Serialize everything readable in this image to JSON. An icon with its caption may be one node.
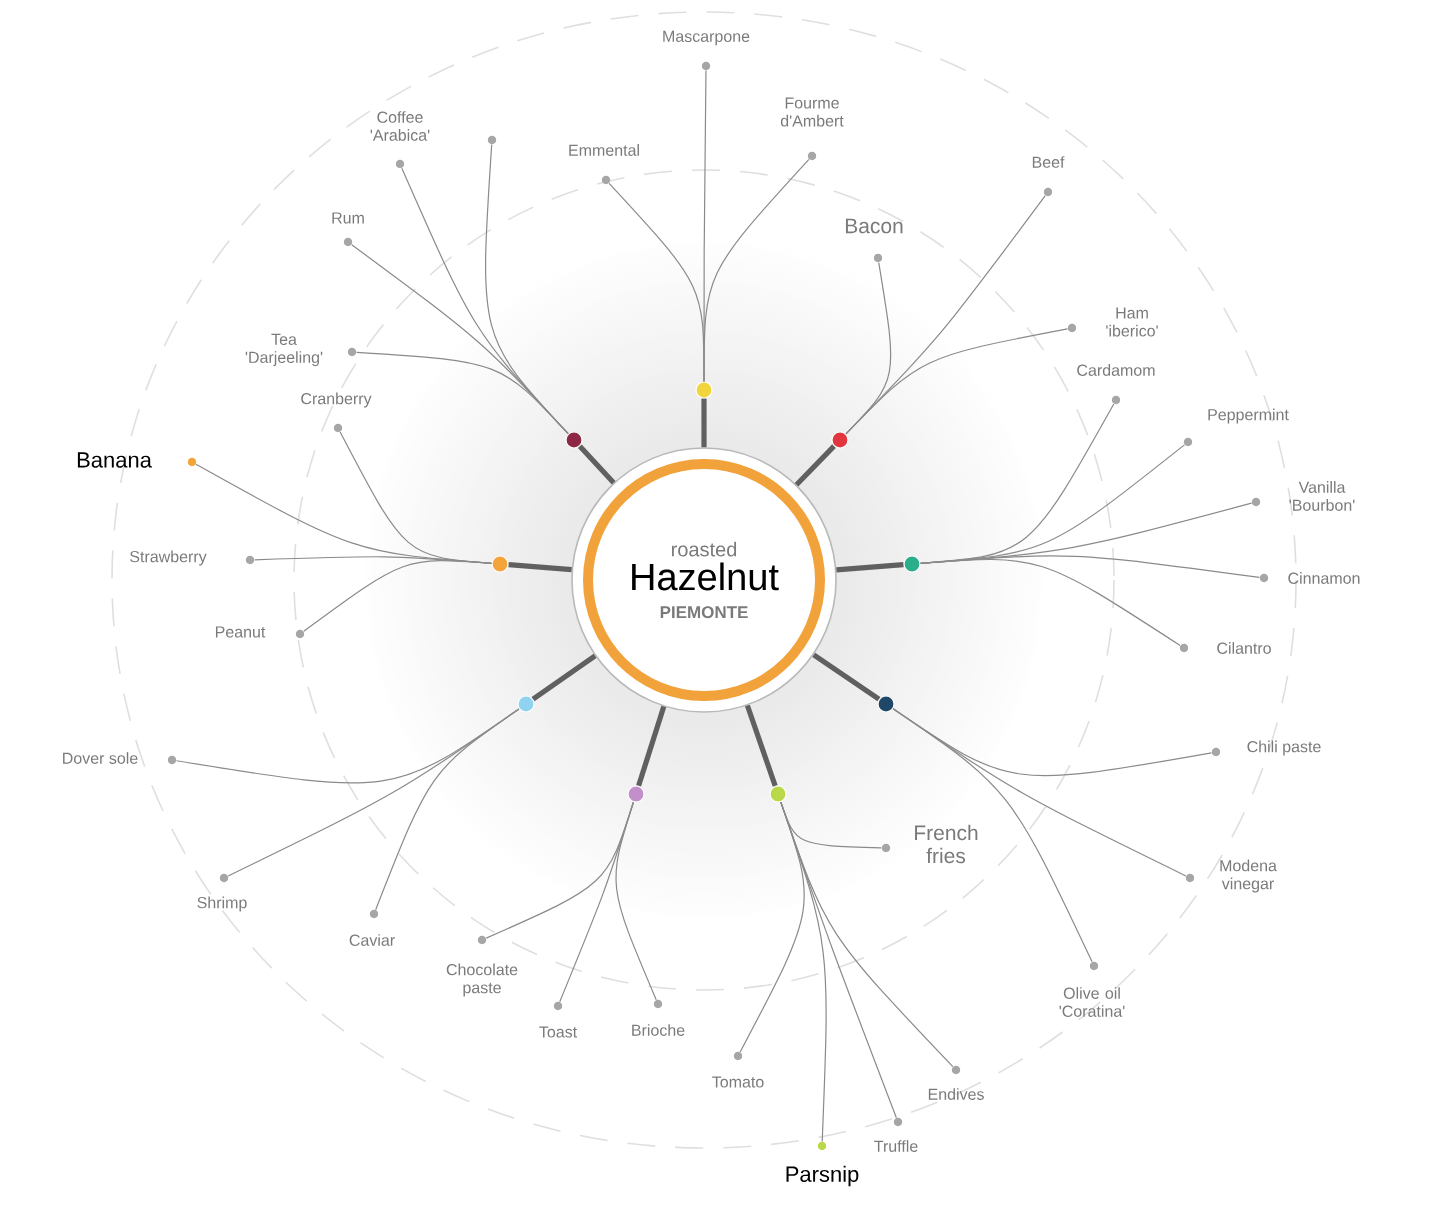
{
  "diagram": {
    "nodes": [
      {
        "text": [
          "roasted",
          "Hazelnut",
          "PIEMONTE"
        ]
      },
      {
        "text": [],
        "shape": "circle"
      },
      {
        "text": [
          "Mascarpone"
        ]
      },
      {
        "text": [
          "Emmental"
        ]
      },
      {
        "text": [
          "Fourme d'Ambert"
        ]
      },
      {
        "text": [],
        "shape": "circle"
      },
      {
        "text": [
          "Bacon"
        ]
      },
      {
        "text": [
          "Beef"
        ]
      },
      {
        "text": [
          "Ham 'iberico'"
        ]
      },
      {
        "text": [],
        "shape": "circle"
      },
      {
        "text": [
          "Cardamom"
        ]
      },
      {
        "text": [
          "Peppermint"
        ]
      },
      {
        "text": [
          "Vanilla 'Bourbon'"
        ]
      },
      {
        "text": [
          "Cinnamon"
        ]
      },
      {
        "text": [
          "Cilantro"
        ]
      },
      {
        "text": [],
        "shape": "circle"
      },
      {
        "text": [
          "Chili paste"
        ]
      },
      {
        "text": [
          "Modena vinegar"
        ]
      },
      {
        "text": [
          "Olive oil 'Coratina'"
        ]
      },
      {
        "text": [],
        "shape": "circle"
      },
      {
        "text": [
          "French fries"
        ]
      },
      {
        "text": [
          "Endives"
        ]
      },
      {
        "text": [
          "Truffle"
        ]
      },
      {
        "text": [
          "Parsnip"
        ]
      },
      {
        "text": [
          "Tomato"
        ]
      },
      {
        "text": [],
        "shape": "circle"
      },
      {
        "text": [
          "Chocolate paste"
        ]
      },
      {
        "text": [
          "Toast"
        ]
      },
      {
        "text": [
          "Brioche"
        ]
      },
      {
        "text": [],
        "shape": "circle"
      },
      {
        "text": [
          "Dover sole"
        ]
      },
      {
        "text": [
          "Shrimp"
        ]
      },
      {
        "text": [
          "Caviar"
        ]
      },
      {
        "text": [],
        "shape": "circle"
      },
      {
        "text": [
          "Banana"
        ]
      },
      {
        "text": [
          "Strawberry"
        ]
      },
      {
        "text": [
          "Peanut"
        ]
      },
      {
        "text": [
          "Cranberry"
        ]
      },
      {
        "text": [],
        "shape": "circle"
      },
      {
        "text": [
          "Tea 'Darjeeling'"
        ]
      },
      {
        "text": [
          "Rum"
        ]
      },
      {
        "text": [
          "Coffee 'Arabica'"
        ]
      },
      {
        "text": [],
        "shape": "circle"
      }
    ],
    "edges": [
      {
        "from": 0,
        "to": 1,
        "arrow": "none",
        "style": "thick"
      },
      {
        "from": 0,
        "to": 5,
        "arrow": "none",
        "style": "thick"
      },
      {
        "from": 0,
        "to": 9,
        "arrow": "none",
        "style": "thick"
      },
      {
        "from": 0,
        "to": 15,
        "arrow": "none",
        "style": "thick"
      },
      {
        "from": 0,
        "to": 19,
        "arrow": "none",
        "style": "thick"
      },
      {
        "from": 0,
        "to": 25,
        "arrow": "none",
        "style": "thick"
      },
      {
        "from": 0,
        "to": 29,
        "arrow": "none",
        "style": "thick"
      },
      {
        "from": 0,
        "to": 33,
        "arrow": "none",
        "style": "thick"
      },
      {
        "from": 0,
        "to": 38,
        "arrow": "none",
        "style": "thick"
      },
      {
        "from": 1,
        "to": 2,
        "arrow": "none"
      },
      {
        "from": 1,
        "to": 3,
        "arrow": "none"
      },
      {
        "from": 1,
        "to": 4,
        "arrow": "none"
      },
      {
        "from": 5,
        "to": 6,
        "arrow": "none"
      },
      {
        "from": 5,
        "to": 7,
        "arrow": "none"
      },
      {
        "from": 5,
        "to": 8,
        "arrow": "none"
      },
      {
        "from": 9,
        "to": 10,
        "arrow": "none"
      },
      {
        "from": 9,
        "to": 11,
        "arrow": "none"
      },
      {
        "from": 9,
        "to": 12,
        "arrow": "none"
      },
      {
        "from": 9,
        "to": 13,
        "arrow": "none"
      },
      {
        "from": 9,
        "to": 14,
        "arrow": "none"
      },
      {
        "from": 15,
        "to": 16,
        "arrow": "none"
      },
      {
        "from": 15,
        "to": 17,
        "arrow": "none"
      },
      {
        "from": 15,
        "to": 18,
        "arrow": "none"
      },
      {
        "from": 19,
        "to": 20,
        "arrow": "none"
      },
      {
        "from": 19,
        "to": 21,
        "arrow": "none"
      },
      {
        "from": 19,
        "to": 22,
        "arrow": "none"
      },
      {
        "from": 19,
        "to": 23,
        "arrow": "none"
      },
      {
        "from": 19,
        "to": 24,
        "arrow": "none"
      },
      {
        "from": 25,
        "to": 26,
        "arrow": "none"
      },
      {
        "from": 25,
        "to": 27,
        "arrow": "none"
      },
      {
        "from": 25,
        "to": 28,
        "arrow": "none"
      },
      {
        "from": 29,
        "to": 30,
        "arrow": "none"
      },
      {
        "from": 29,
        "to": 31,
        "arrow": "none"
      },
      {
        "from": 29,
        "to": 32,
        "arrow": "none"
      },
      {
        "from": 33,
        "to": 34,
        "arrow": "none"
      },
      {
        "from": 33,
        "to": 35,
        "arrow": "none"
      },
      {
        "from": 33,
        "to": 36,
        "arrow": "none"
      },
      {
        "from": 33,
        "to": 37,
        "arrow": "none"
      },
      {
        "from": 38,
        "to": 39,
        "arrow": "none"
      },
      {
        "from": 38,
        "to": 40,
        "arrow": "none"
      },
      {
        "from": 38,
        "to": 41,
        "arrow": "none"
      },
      {
        "from": 38,
        "to": 42,
        "arrow": "none"
      }
    ]
  }
}
